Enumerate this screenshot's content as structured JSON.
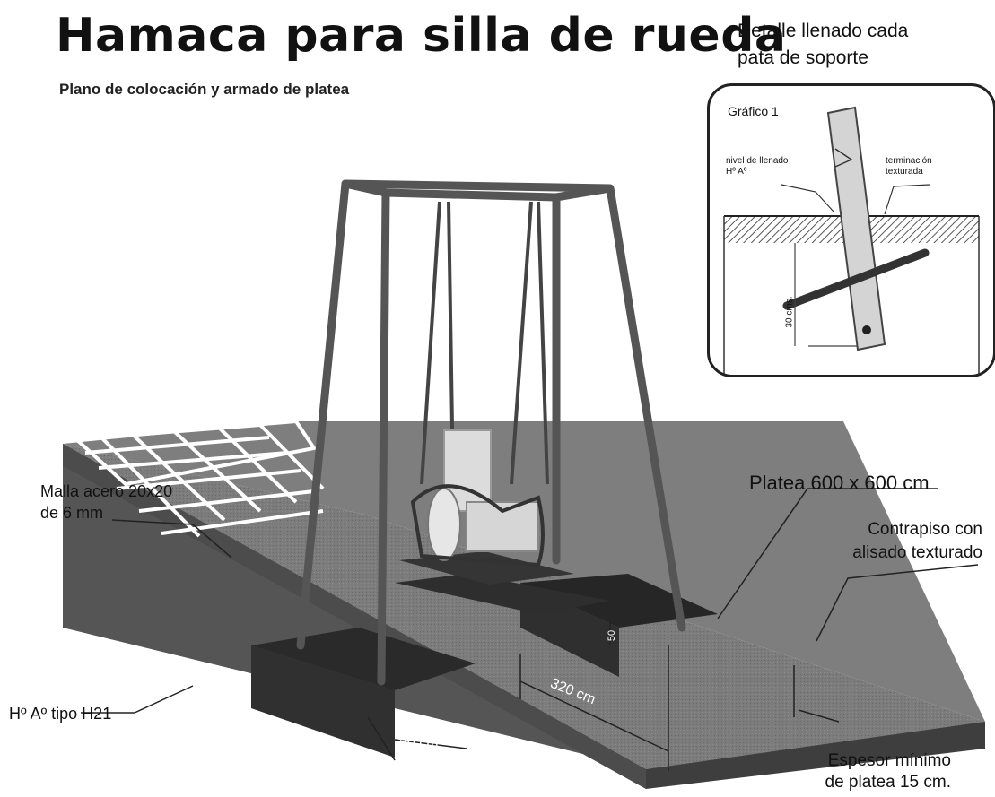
{
  "title": "Hamaca para silla de rueda",
  "subtitle": "Plano de colocación y armado de platea",
  "detail": {
    "title_line1": "Detalle llenado cada",
    "title_line2": "pata de soporte",
    "graph_label": "Gráfico 1",
    "fill_level_line1": "nivel de llenado",
    "fill_level_line2": "Hº Aº",
    "finish_line1": "terminación",
    "finish_line2": "texturada",
    "depth": "30 cms."
  },
  "labels": {
    "platea": "Platea 600 x 600 cm",
    "contrapiso_line1": "Contrapiso con",
    "contrapiso_line2": "alisado texturado",
    "malla_line1": "Malla acero 20x20",
    "malla_line2": "de 6 mm",
    "hormigon": "Hº Aº tipo H21",
    "espesor_line1": "Espesor mínimo",
    "espesor_line2": "de platea 15 cm.",
    "dim_320": "320 cm",
    "dim_30": "30 cm",
    "dim_50": "50"
  },
  "colors": {
    "slab_top": "#7a7a7a",
    "slab_side": "#4a4a4a",
    "frame": "#5a5a5a",
    "footing": "#2e2e2e"
  }
}
